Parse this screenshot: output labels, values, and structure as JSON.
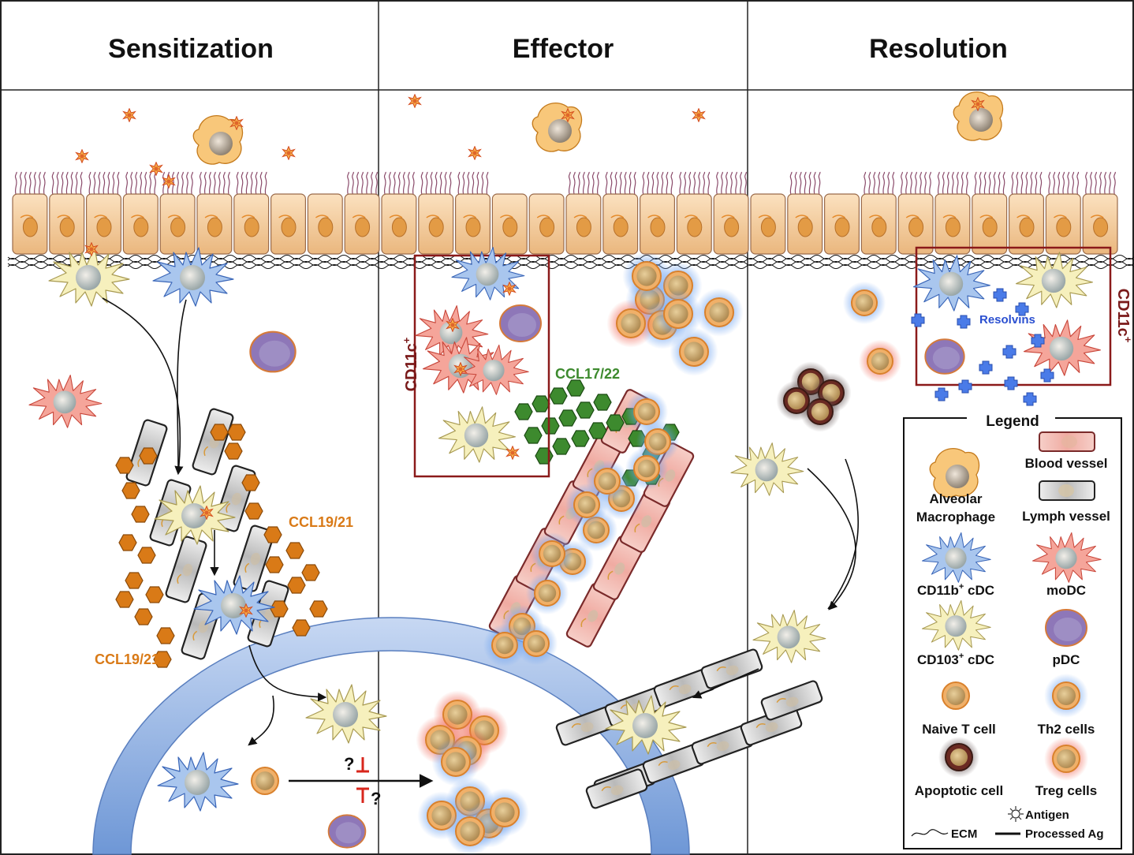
{
  "panels": [
    {
      "title": "Sensitization"
    },
    {
      "title": "Effector"
    },
    {
      "title": "Resolution"
    }
  ],
  "labels": {
    "ccl19_21_right": "CCL19/21",
    "ccl19_21_left": "CCL19/21",
    "ccl17_22": "CCL17/22",
    "cd11c_effector": "CD11c",
    "cd11c_resolution": "CD11c",
    "cd11c_superscript": "+",
    "resolvins": "Resolvins",
    "question_1": "?",
    "question_2": "?"
  },
  "legend": {
    "title": "Legend",
    "items": [
      {
        "label": "Alveolar"
      },
      {
        "label": "Macrophage"
      },
      {
        "label": "Blood vessel"
      },
      {
        "label": "Lymph vessel"
      },
      {
        "label": "CD11b",
        "sup": "+",
        "suffix": " cDC"
      },
      {
        "label": "moDC"
      },
      {
        "label": "CD103",
        "sup": "+",
        "suffix": " cDC"
      },
      {
        "label": "pDC"
      },
      {
        "label": "Naive T cell"
      },
      {
        "label": "Th2 cells"
      },
      {
        "label": "Apoptotic cell"
      },
      {
        "label": "Treg cells"
      },
      {
        "label": "Antigen"
      },
      {
        "label": "ECM"
      },
      {
        "label": "Processed Ag"
      }
    ]
  },
  "colors": {
    "lymph_node": "#7aa2dc",
    "epithelium": "#f5cf9d",
    "blood_vessel": "#f2b8b0",
    "lymph_vessel": "#c9c9c9",
    "ccl19": "#d97a17",
    "ccl17": "#3d8a2e",
    "cd11c_box": "#8b1a1a",
    "resolvin": "#3b6fe0"
  }
}
